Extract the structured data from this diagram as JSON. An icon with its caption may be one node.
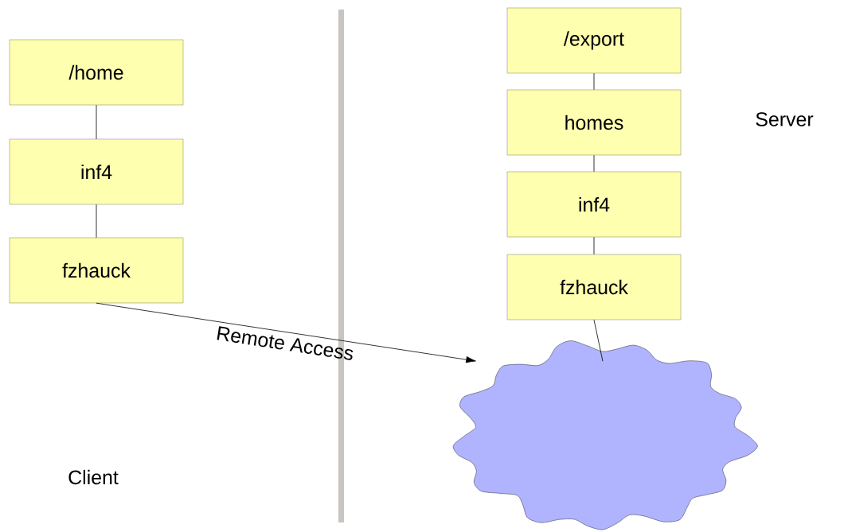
{
  "diagram": {
    "nodes": [
      {
        "text": [
          "/home"
        ]
      },
      {
        "text": [
          "inf4"
        ]
      },
      {
        "text": [
          "fzhauck"
        ]
      },
      {
        "text": [
          "/export"
        ]
      },
      {
        "text": [
          "homes"
        ]
      },
      {
        "text": [
          "inf4"
        ]
      },
      {
        "text": [
          "fzhauck"
        ]
      },
      {
        "text": [],
        "shape": "cloud"
      }
    ],
    "edges": [
      {
        "from": 0,
        "to": 1,
        "arrow": "none"
      },
      {
        "from": 1,
        "to": 2,
        "arrow": "none"
      },
      {
        "from": 3,
        "to": 4,
        "arrow": "none"
      },
      {
        "from": 4,
        "to": 5,
        "arrow": "none"
      },
      {
        "from": 5,
        "to": 6,
        "arrow": "none"
      },
      {
        "from": 6,
        "to": 7,
        "arrow": "none"
      },
      {
        "from": 2,
        "to": 7,
        "arrow": "to",
        "label": "Remote Access"
      }
    ],
    "labels": [
      "Server",
      "Client"
    ]
  }
}
